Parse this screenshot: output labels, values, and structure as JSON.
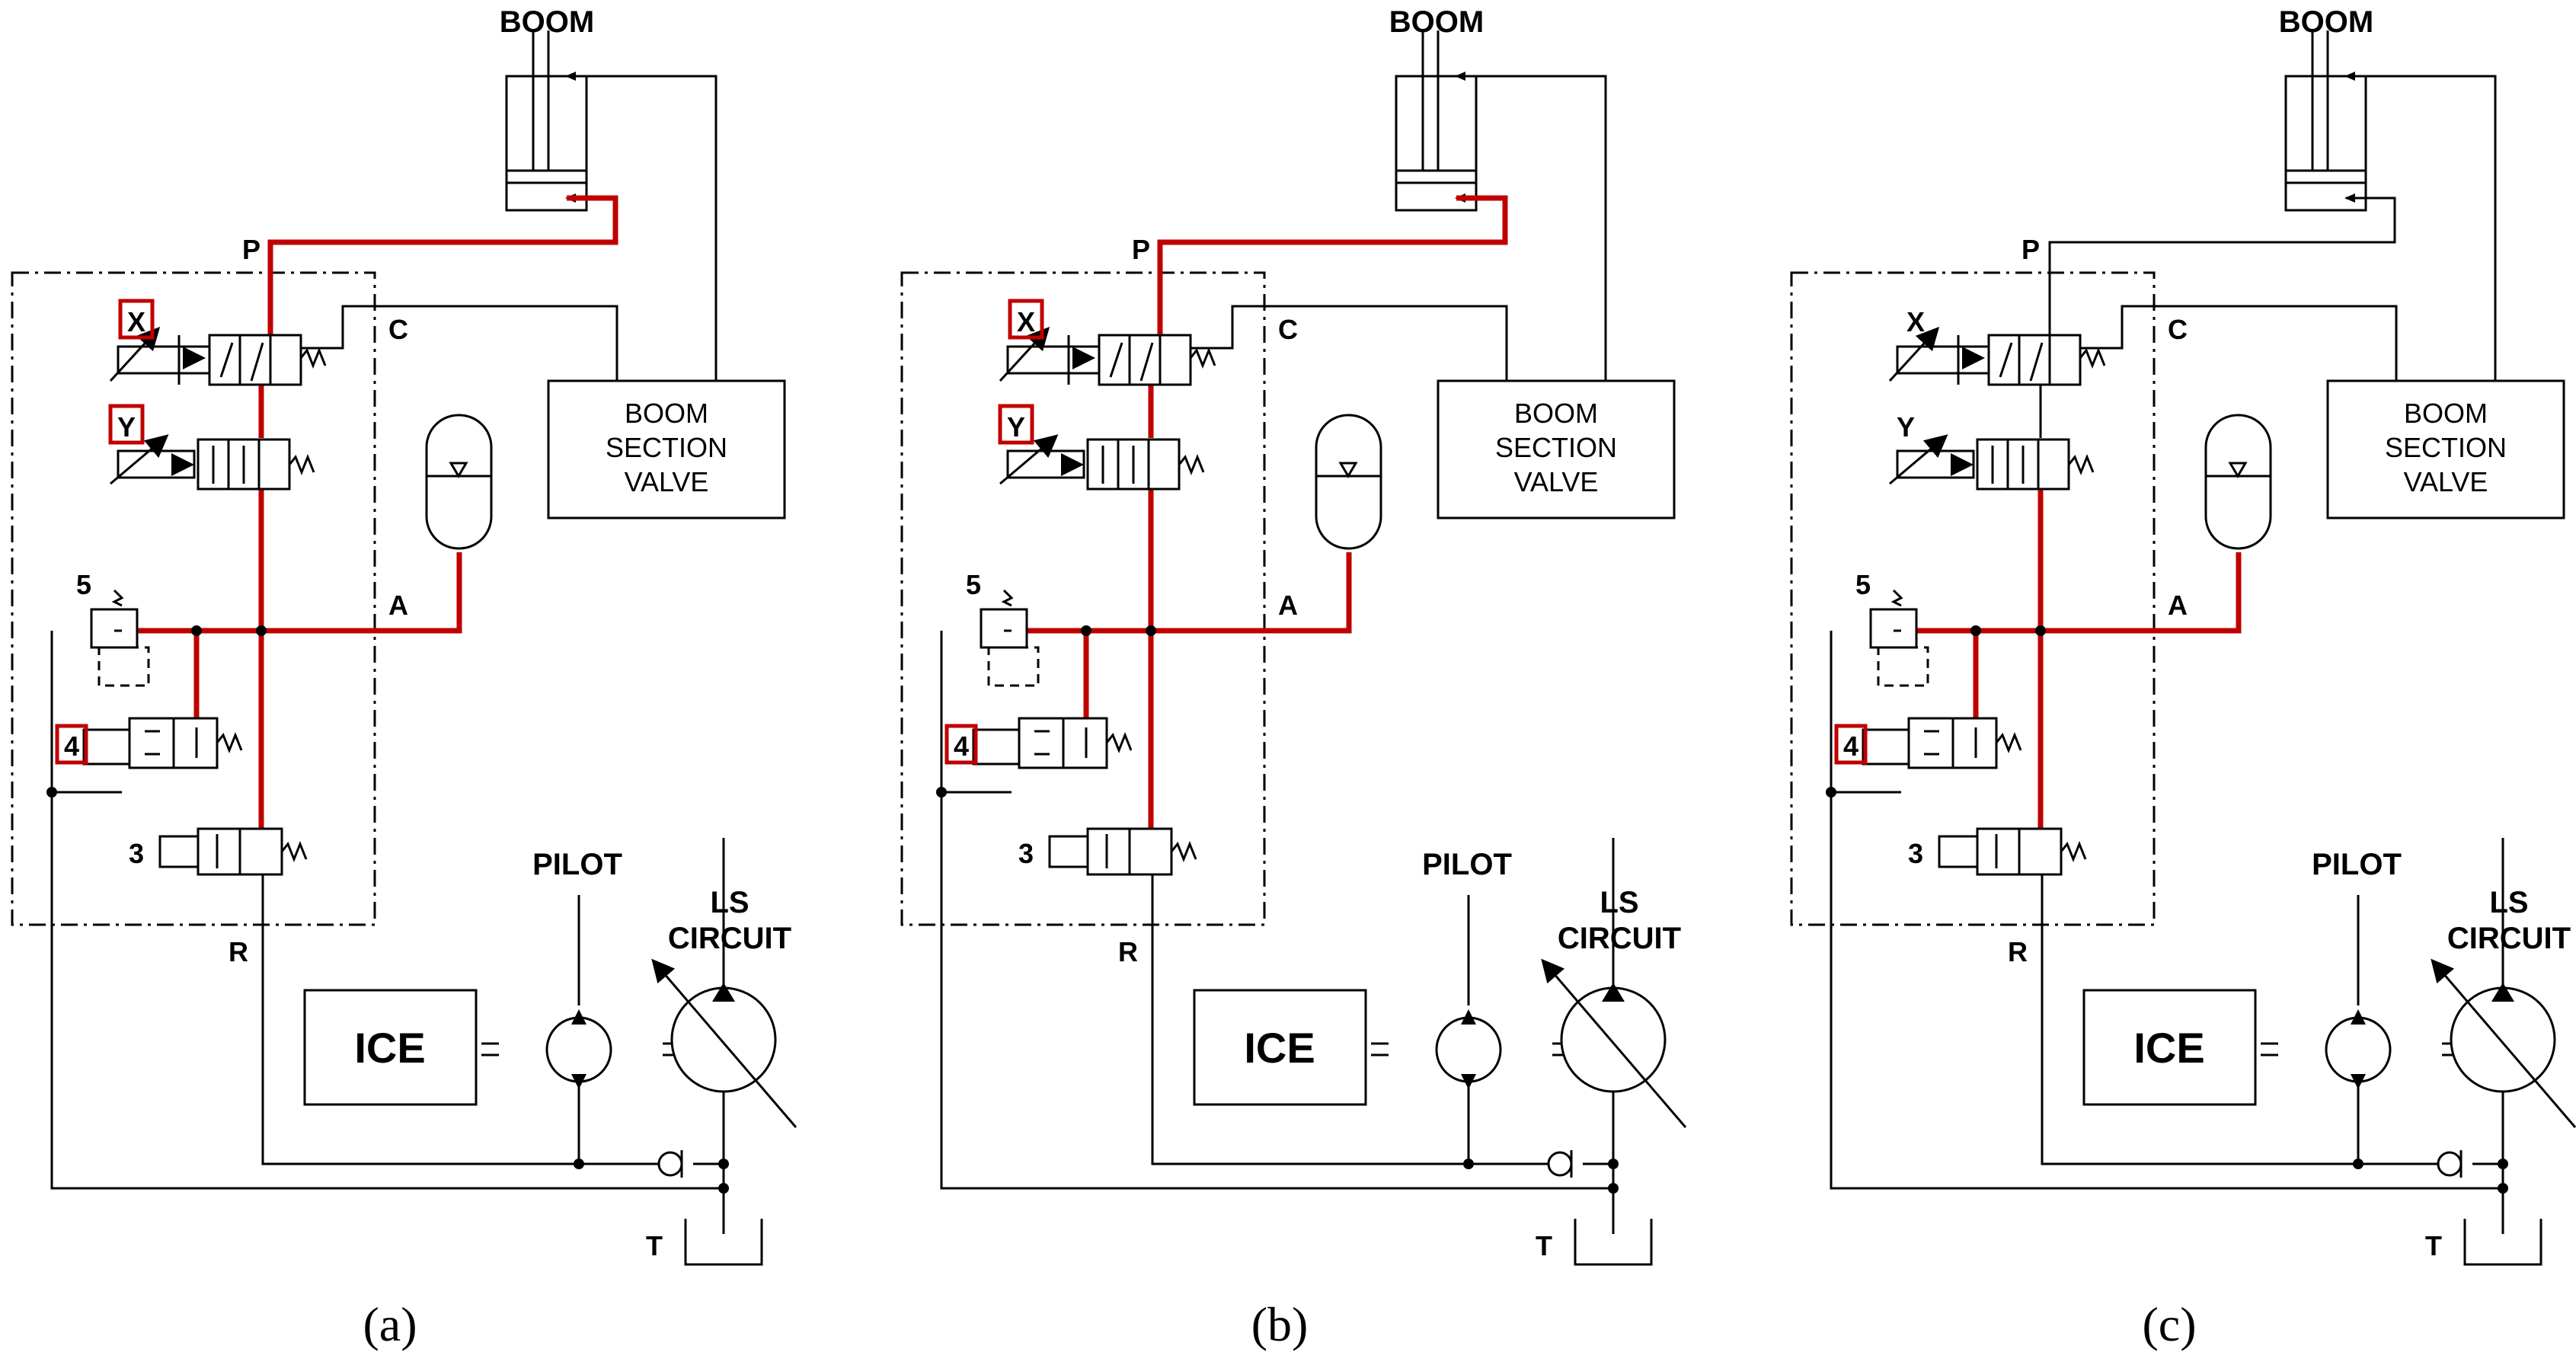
{
  "labels": {
    "boom": "BOOM",
    "port_p": "P",
    "port_c": "C",
    "port_a": "A",
    "port_r": "R",
    "port_t": "T",
    "valve_x": "X",
    "valve_y": "Y",
    "valve_5": "5",
    "valve_4": "4",
    "valve_3": "3",
    "section_valve": [
      "BOOM",
      "SECTION",
      "VALVE"
    ],
    "pilot": "PILOT",
    "ls_circuit": [
      "LS",
      "CIRCUIT"
    ],
    "ice": "ICE"
  },
  "panels": [
    {
      "caption": "(a)",
      "highlighted_labels": [
        "X",
        "Y",
        "4"
      ],
      "active_paths": [
        "boom-to-valve-x",
        "valve-x-to-valve-y",
        "valve-y-to-line-a",
        "line-a-to-accumulator",
        "line-a-to-valve-5",
        "valve-4-branch",
        "trunk-to-valve-3"
      ]
    },
    {
      "caption": "(b)",
      "highlighted_labels": [
        "X",
        "Y",
        "4",
        "3"
      ],
      "active_paths": [
        "boom-to-valve-x",
        "valve-x-to-valve-y",
        "valve-y-to-line-a",
        "line-a-to-accumulator",
        "line-a-to-valve-5",
        "valve-4-branch",
        "trunk-to-valve-3",
        "valve-3-to-pilot-pump",
        "pilot-pump-return"
      ]
    },
    {
      "caption": "(c)",
      "highlighted_labels": [
        "4",
        "3"
      ],
      "active_paths": [
        "valve-y-to-line-a",
        "line-a-to-accumulator",
        "line-a-to-valve-5",
        "valve-4-branch",
        "trunk-to-valve-3",
        "valve-3-to-pilot-pump",
        "pilot-pump-return"
      ]
    }
  ],
  "colors": {
    "active_line": "#c00000",
    "line": "#000000",
    "highlight_box": "#c00000",
    "background": "#ffffff"
  }
}
